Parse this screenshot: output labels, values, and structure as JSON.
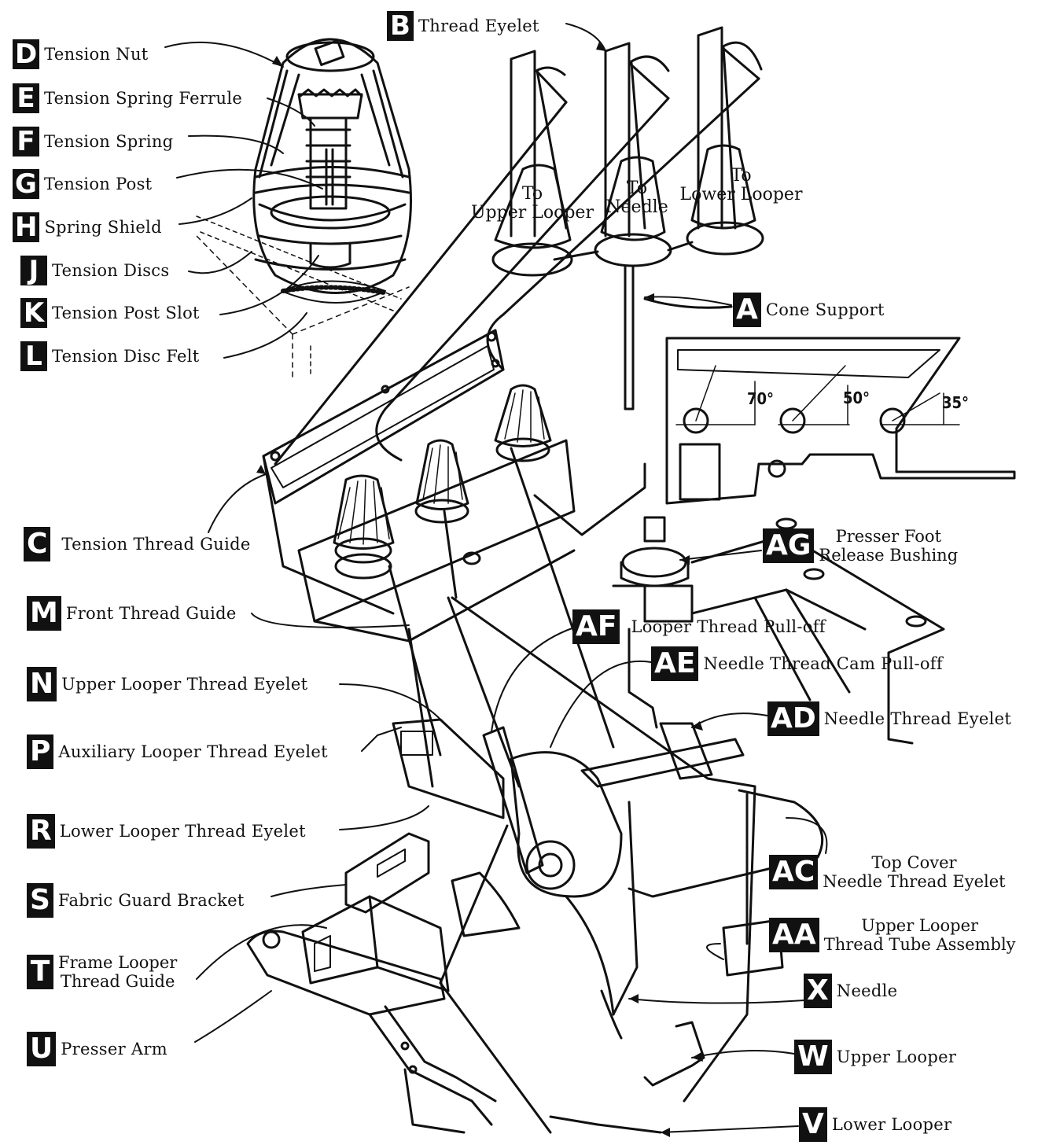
{
  "labels": {
    "D": {
      "letter": "D",
      "text": "Tension Nut"
    },
    "E": {
      "letter": "E",
      "text": "Tension Spring Ferrule"
    },
    "F": {
      "letter": "F",
      "text": "Tension Spring"
    },
    "G": {
      "letter": "G",
      "text": "Tension Post"
    },
    "H": {
      "letter": "H",
      "text": "Spring Shield"
    },
    "J": {
      "letter": "J",
      "text": "Tension Discs"
    },
    "K": {
      "letter": "K",
      "text": "Tension Post Slot"
    },
    "L": {
      "letter": "L",
      "text": "Tension Disc Felt"
    },
    "B": {
      "letter": "B",
      "text": "Thread Eyelet"
    },
    "A": {
      "letter": "A",
      "text": "Cone Support"
    },
    "C": {
      "letter": "C",
      "text": "Tension Thread Guide"
    },
    "M": {
      "letter": "M",
      "text": "Front Thread Guide"
    },
    "N": {
      "letter": "N",
      "text": "Upper Looper Thread Eyelet"
    },
    "P": {
      "letter": "P",
      "text": "Auxiliary Looper Thread Eyelet"
    },
    "R": {
      "letter": "R",
      "text": "Lower Looper Thread Eyelet"
    },
    "S": {
      "letter": "S",
      "text": "Fabric Guard Bracket"
    },
    "T": {
      "letter": "T",
      "line1": "Frame Looper",
      "line2": "Thread Guide"
    },
    "U": {
      "letter": "U",
      "text": "Presser Arm"
    },
    "AG": {
      "letter": "AG",
      "line1": "Presser Foot",
      "line2": "Release Bushing"
    },
    "AF": {
      "letter": "AF",
      "text": "Looper Thread Pull-off"
    },
    "AE": {
      "letter": "AE",
      "text": "Needle Thread Cam Pull-off"
    },
    "AD": {
      "letter": "AD",
      "text": "Needle Thread Eyelet"
    },
    "AC": {
      "letter": "AC",
      "line1": "Top Cover",
      "line2": "Needle Thread Eyelet"
    },
    "AA": {
      "letter": "AA",
      "line1": "Upper Looper",
      "line2": "Thread Tube Assembly"
    },
    "X": {
      "letter": "X",
      "text": "Needle"
    },
    "W": {
      "letter": "W",
      "text": "Upper Looper"
    },
    "V": {
      "letter": "V",
      "text": "Lower Looper"
    }
  },
  "cones": {
    "upper": {
      "line1": "To",
      "line2": "Upper Looper"
    },
    "needle": {
      "line1": "To",
      "line2": "Needle"
    },
    "lower": {
      "line1": "To",
      "line2": "Lower Looper"
    }
  },
  "angles": {
    "a1": "70°",
    "a2": "50°",
    "a3": "35°"
  },
  "colors": {
    "ink": "#111111",
    "paper": "#ffffff"
  }
}
